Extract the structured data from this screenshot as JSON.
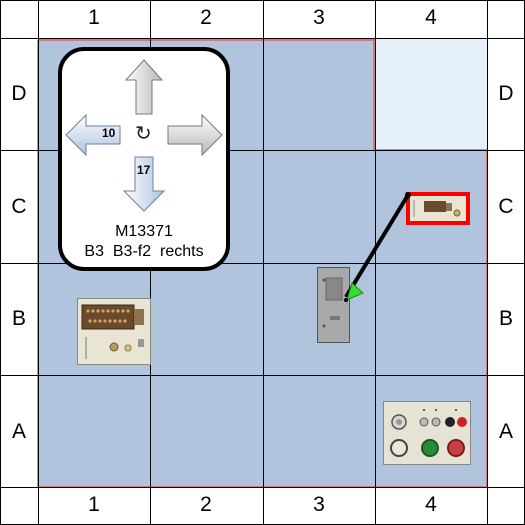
{
  "grid": {
    "columns": [
      "1",
      "2",
      "3",
      "4"
    ],
    "rows": [
      "D",
      "C",
      "B",
      "A"
    ]
  },
  "panel": {
    "part_number": "M13371",
    "location": "B3  B3-f2  rechts",
    "left_count": "10",
    "down_count": "17",
    "rotate_symbol": "↻"
  },
  "colors": {
    "board": "#b0c4de",
    "board_light": "#e6f0fb",
    "grid_line": "#000000",
    "border_red": "#e06060",
    "selected_red": "#ff0000",
    "pointer_green": "#33dd33"
  },
  "components": [
    {
      "name": "component-connector-module-b1",
      "cell": "B1"
    },
    {
      "name": "component-gray-module-b3",
      "cell": "B3"
    },
    {
      "name": "component-selected-module-c4",
      "cell": "C4"
    },
    {
      "name": "component-switch-panel-a4",
      "cell": "A4"
    }
  ]
}
